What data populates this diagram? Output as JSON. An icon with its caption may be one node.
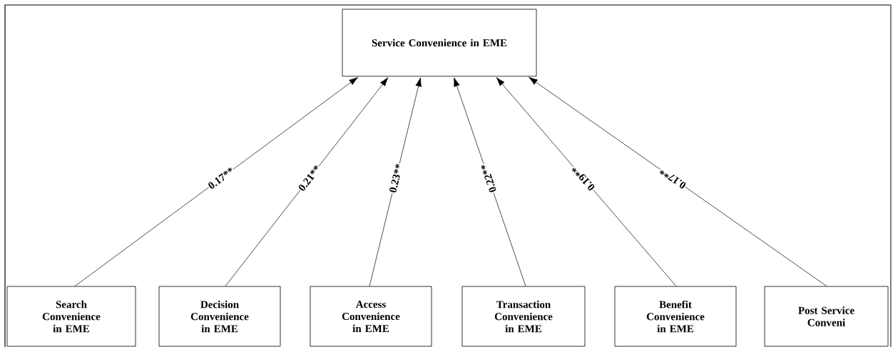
{
  "diagram": {
    "nodes": [
      {
        "text": [
          "Service Convenience in EME"
        ]
      },
      {
        "text": [
          "Search Convenience in EME"
        ]
      },
      {
        "text": [
          "Decision Convenience in EME"
        ]
      },
      {
        "text": [
          "Access Convenience in EME"
        ]
      },
      {
        "text": [
          "Transaction Convenience in EME"
        ]
      },
      {
        "text": [
          "Benefit Convenience in EME"
        ]
      },
      {
        "text": [
          "Post Service Conveni"
        ]
      }
    ],
    "edges": [
      {
        "from": 1,
        "to": 0,
        "arrow": "to",
        "label": "0.17**"
      },
      {
        "from": 2,
        "to": 0,
        "arrow": "to",
        "label": "0.21**"
      },
      {
        "from": 3,
        "to": 0,
        "arrow": "to",
        "label": "0.23**"
      },
      {
        "from": 4,
        "to": 0,
        "arrow": "to",
        "label": "0.22**"
      },
      {
        "from": 5,
        "to": 0,
        "arrow": "to",
        "label": "0.19**"
      },
      {
        "from": 6,
        "to": 0,
        "arrow": "to",
        "label": "0.17**"
      }
    ]
  }
}
